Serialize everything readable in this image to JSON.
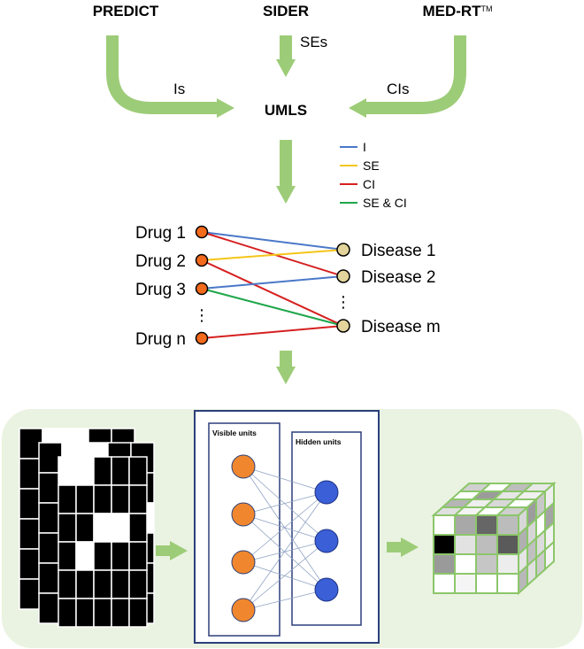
{
  "sources": {
    "predict": "PREDICT",
    "sider": "SIDER",
    "medrt": "MED-RT",
    "medrt_tm": "TM"
  },
  "arrow_labels": {
    "is": "Is",
    "ses": "SEs",
    "cis": "CIs"
  },
  "hub": "UMLS",
  "legend": [
    {
      "label": "I",
      "color": "#4a78c8"
    },
    {
      "label": "SE",
      "color": "#f5c518"
    },
    {
      "label": "CI",
      "color": "#d62020"
    },
    {
      "label": "SE & CI",
      "color": "#1fa64a"
    }
  ],
  "drugs": [
    "Drug 1",
    "Drug 2",
    "Drug 3",
    "Drug n"
  ],
  "diseases": [
    "Disease 1",
    "Disease 2",
    "Disease m"
  ],
  "edges": [
    {
      "from": 0,
      "to": 0,
      "type": "I"
    },
    {
      "from": 0,
      "to": 1,
      "type": "CI"
    },
    {
      "from": 1,
      "to": 0,
      "type": "SE"
    },
    {
      "from": 1,
      "to": 2,
      "type": "CI"
    },
    {
      "from": 2,
      "to": 1,
      "type": "I"
    },
    {
      "from": 2,
      "to": 2,
      "type": "SE & CI"
    },
    {
      "from": 3,
      "to": 2,
      "type": "CI"
    }
  ],
  "ellipsis": "⋮",
  "rbm": {
    "visible_label": "Visible units",
    "hidden_label": "Hidden units",
    "visible_count": 4,
    "hidden_count": 3
  },
  "colors": {
    "arrow_green": "#9dcc78",
    "panel_bg": "#eaf3e1",
    "box_border": "#2b3f7a",
    "drug_node": "#f26a1b",
    "disease_node": "#e3d49b",
    "visible_node": "#f0872e",
    "hidden_node": "#3a5fd6"
  }
}
